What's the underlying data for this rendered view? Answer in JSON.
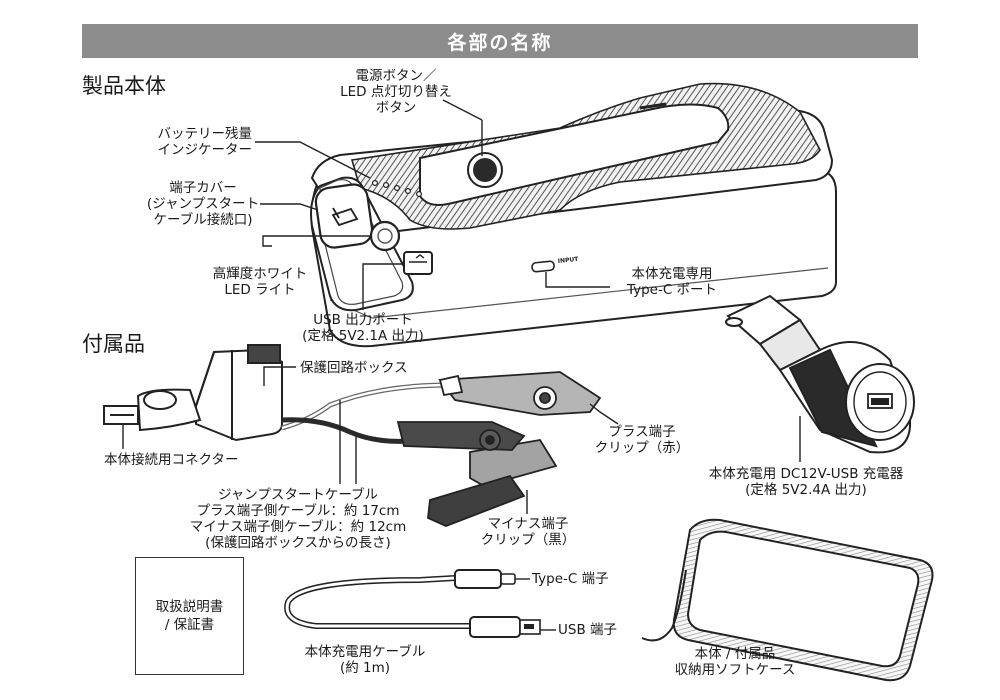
{
  "header": {
    "title": "各部の名称"
  },
  "sections": {
    "product": "製品本体",
    "accessories": "付属品"
  },
  "product_labels": {
    "power_button": [
      "電源ボタン／",
      "LED 点灯切り替え",
      "ボタン"
    ],
    "battery_indicator": [
      "バッテリー残量",
      "インジケーター"
    ],
    "terminal_cover": [
      "端子カバー",
      "(ジャンプスタート",
      "ケーブル接続口)"
    ],
    "white_led": [
      "高輝度ホワイト",
      "LED ライト"
    ],
    "usb_output": [
      "USB 出力ポート",
      "(定格 5V2.1A 出力)"
    ],
    "typec_input": [
      "本体充電専用",
      "Type-C ポート"
    ]
  },
  "device_marks": {
    "input_text": "INPUT"
  },
  "accessory_labels": {
    "protection_box": "保護回路ボックス",
    "connector": "本体接続用コネクター",
    "cable": [
      "ジャンプスタートケーブル",
      "プラス端子側ケーブル：約 17cm",
      "マイナス端子側ケーブル：約 12cm",
      "(保護回路ボックスからの長さ)"
    ],
    "plus_clip": [
      "プラス端子",
      "クリップ（赤）"
    ],
    "minus_clip": [
      "マイナス端子",
      "クリップ（黒）"
    ],
    "car_charger": [
      "本体充電用 DC12V-USB 充電器",
      "(定格 5V2.4A 出力)"
    ],
    "manual": [
      "取扱説明書",
      "/ 保証書"
    ],
    "typec_end": "Type-C 端子",
    "usb_end": "USB 端子",
    "charge_cable": [
      "本体充電用ケーブル",
      "(約 1m)"
    ],
    "soft_case": [
      "本体 / 付属品",
      "収納用ソフトケース"
    ]
  },
  "colors": {
    "banner": "#8c8c8c",
    "clip_plus": "#9a9a9a",
    "clip_minus": "#4a4a4a"
  },
  "icons": [
    "jump-start-port-icon",
    "usb-port-icon",
    "power-button-icon"
  ]
}
